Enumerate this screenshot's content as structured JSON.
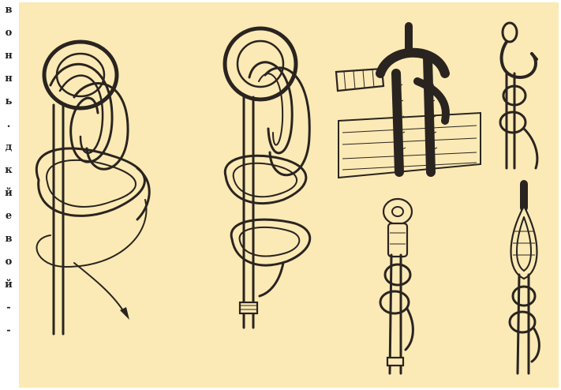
{
  "side_text": {
    "letters": [
      "в",
      "о",
      "н",
      "н",
      "ь",
      ".",
      "д",
      "к",
      "й",
      "е",
      "в",
      "о",
      "й",
      "-",
      "-"
    ]
  },
  "illustration": {
    "background_color": "#fbeab5",
    "ink_color": "#2a2420",
    "panels": [
      {
        "id": "ring-knot-tying",
        "icon": "ring-hitch-with-arrow-icon"
      },
      {
        "id": "ring-knot-finished",
        "icon": "ring-hitch-seized-icon"
      },
      {
        "id": "rope-hitch-on-spar",
        "icon": "spar-hitch-icon"
      },
      {
        "id": "hook-hitch",
        "icon": "hook-knot-icon"
      },
      {
        "id": "shackle-chain-hitch",
        "icon": "shackle-knot-icon"
      },
      {
        "id": "thimble-eye-hitch",
        "icon": "thimble-eye-knot-icon"
      }
    ]
  }
}
